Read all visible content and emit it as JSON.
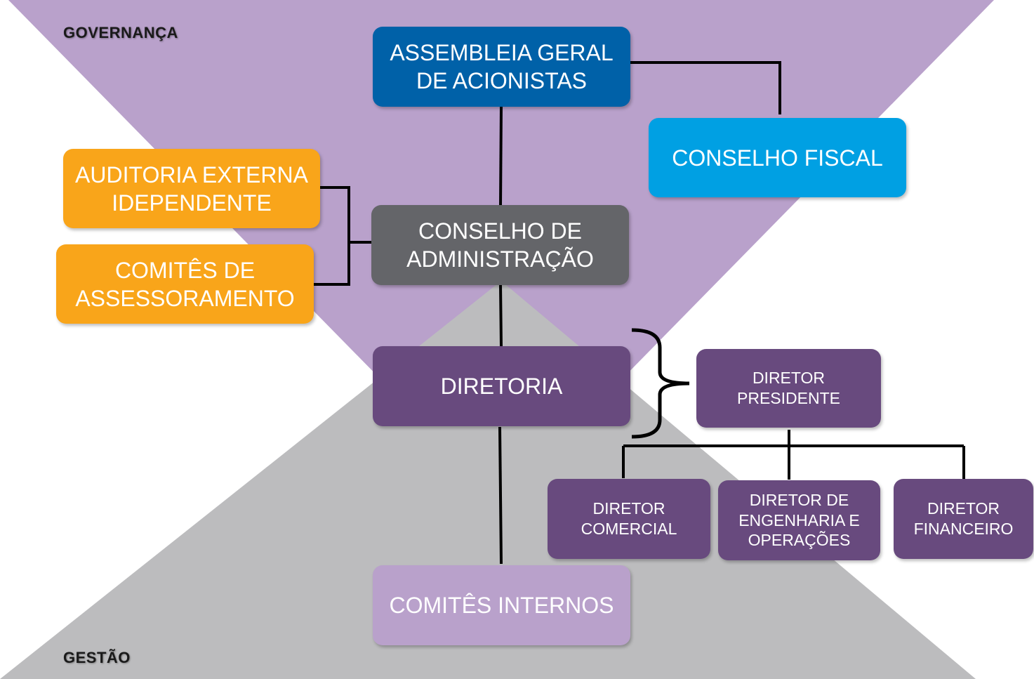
{
  "labels": {
    "governanca": "GOVERNANÇA",
    "gestao": "GESTÃO"
  },
  "nodes": {
    "assembleia": "ASSEMBLEIA GERAL\nDE ACIONISTAS",
    "conselho_fiscal": "CONSELHO FISCAL",
    "auditoria": "AUDITORIA EXTERNA\nIDEPENDENTE",
    "comites_assessoramento": "COMITÊS DE\nASSESSORAMENTO",
    "conselho_administracao": "CONSELHO DE\nADMINISTRAÇÃO",
    "diretoria": "DIRETORIA",
    "diretor_presidente": "DIRETOR\nPRESIDENTE",
    "diretor_comercial": "DIRETOR\nCOMERCIAL",
    "diretor_engenharia": "DIRETOR DE\nENGENHARIA E\nOPERAÇÕES",
    "diretor_financeiro": "DIRETOR\nFINANCEIRO",
    "comites_internos": "COMITÊS INTERNOS"
  },
  "colors": {
    "governanca_triangle": "#b9a1cb",
    "gestao_triangle": "#bcbcbe",
    "assembleia": "#0061a8",
    "conselho_fiscal": "#00a0e3",
    "orange_boxes": "#f9a51a",
    "conselho_administracao": "#646569",
    "diretoria_boxes": "#684a7e",
    "comites_internos": "#b9a1cb"
  }
}
